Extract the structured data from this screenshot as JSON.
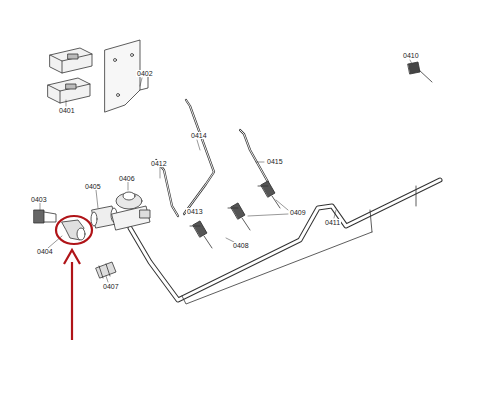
{
  "diagram": {
    "labels": [
      "0402",
      "0401",
      "0410",
      "0414",
      "0415",
      "0412",
      "0406",
      "0405",
      "0403",
      "0413",
      "0409",
      "0411",
      "0408",
      "0404",
      "0407"
    ]
  }
}
